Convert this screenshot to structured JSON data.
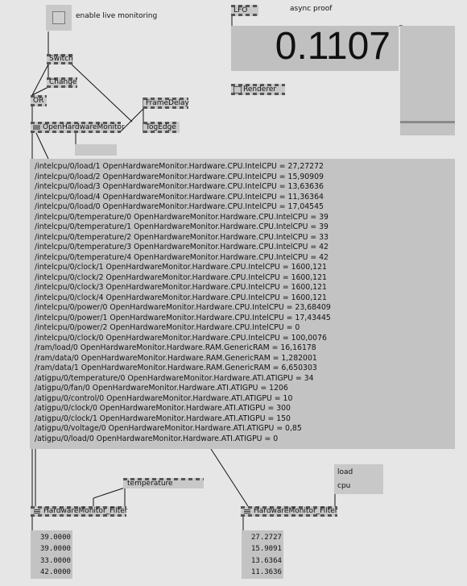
{
  "toggle": {
    "label": "enable live monitoring"
  },
  "nodes": {
    "switch": "Switch",
    "change": "Change",
    "or": "OR",
    "ohm": "OpenHardwareMonitor",
    "framedelay": "FrameDelay",
    "togedge": "TogEdge",
    "lfo": "LFO",
    "renderer": "Renderer",
    "filter_left": "HardwareMonitor_Filter",
    "filter_right": "HardwareMonitor_Filter"
  },
  "async_label": "async proof",
  "lfo_value": "0.1107",
  "temperature_input": "temperature",
  "filter_inputs": [
    "load",
    "cpu"
  ],
  "sensor_lines": [
    "/intelcpu/0/load/1 OpenHardwareMonitor.Hardware.CPU.IntelCPU = 27,27272",
    "/intelcpu/0/load/2 OpenHardwareMonitor.Hardware.CPU.IntelCPU = 15,90909",
    "/intelcpu/0/load/3 OpenHardwareMonitor.Hardware.CPU.IntelCPU = 13,63636",
    "/intelcpu/0/load/4 OpenHardwareMonitor.Hardware.CPU.IntelCPU = 11,36364",
    "/intelcpu/0/load/0 OpenHardwareMonitor.Hardware.CPU.IntelCPU = 17,04545",
    "/intelcpu/0/temperature/0 OpenHardwareMonitor.Hardware.CPU.IntelCPU = 39",
    "/intelcpu/0/temperature/1 OpenHardwareMonitor.Hardware.CPU.IntelCPU = 39",
    "/intelcpu/0/temperature/2 OpenHardwareMonitor.Hardware.CPU.IntelCPU = 33",
    "/intelcpu/0/temperature/3 OpenHardwareMonitor.Hardware.CPU.IntelCPU = 42",
    "/intelcpu/0/temperature/4 OpenHardwareMonitor.Hardware.CPU.IntelCPU = 42",
    "/intelcpu/0/clock/1 OpenHardwareMonitor.Hardware.CPU.IntelCPU = 1600,121",
    "/intelcpu/0/clock/2 OpenHardwareMonitor.Hardware.CPU.IntelCPU = 1600,121",
    "/intelcpu/0/clock/3 OpenHardwareMonitor.Hardware.CPU.IntelCPU = 1600,121",
    "/intelcpu/0/clock/4 OpenHardwareMonitor.Hardware.CPU.IntelCPU = 1600,121",
    "/intelcpu/0/power/0 OpenHardwareMonitor.Hardware.CPU.IntelCPU = 23,68409",
    "/intelcpu/0/power/1 OpenHardwareMonitor.Hardware.CPU.IntelCPU = 17,43445",
    "/intelcpu/0/power/2 OpenHardwareMonitor.Hardware.CPU.IntelCPU = 0",
    "/intelcpu/0/clock/0 OpenHardwareMonitor.Hardware.CPU.IntelCPU = 100,0076",
    "/ram/load/0 OpenHardwareMonitor.Hardware.RAM.GenericRAM = 16,16178",
    "/ram/data/0 OpenHardwareMonitor.Hardware.RAM.GenericRAM = 1,282001",
    "/ram/data/1 OpenHardwareMonitor.Hardware.RAM.GenericRAM = 6,650303",
    "/atigpu/0/temperature/0 OpenHardwareMonitor.Hardware.ATI.ATIGPU = 34",
    "/atigpu/0/fan/0 OpenHardwareMonitor.Hardware.ATI.ATIGPU = 1206",
    "/atigpu/0/control/0 OpenHardwareMonitor.Hardware.ATI.ATIGPU = 10",
    "/atigpu/0/clock/0 OpenHardwareMonitor.Hardware.ATI.ATIGPU = 300",
    "/atigpu/0/clock/1 OpenHardwareMonitor.Hardware.ATI.ATIGPU = 150",
    "/atigpu/0/voltage/0 OpenHardwareMonitor.Hardware.ATI.ATIGPU = 0,85",
    "/atigpu/0/load/0 OpenHardwareMonitor.Hardware.ATI.ATIGPU = 0"
  ],
  "left_values": [
    "39.0000",
    "39.0000",
    "33.0000",
    "42.0000"
  ],
  "right_values": [
    "27.2727",
    "15.9091",
    "13.6364",
    "11.3636"
  ]
}
